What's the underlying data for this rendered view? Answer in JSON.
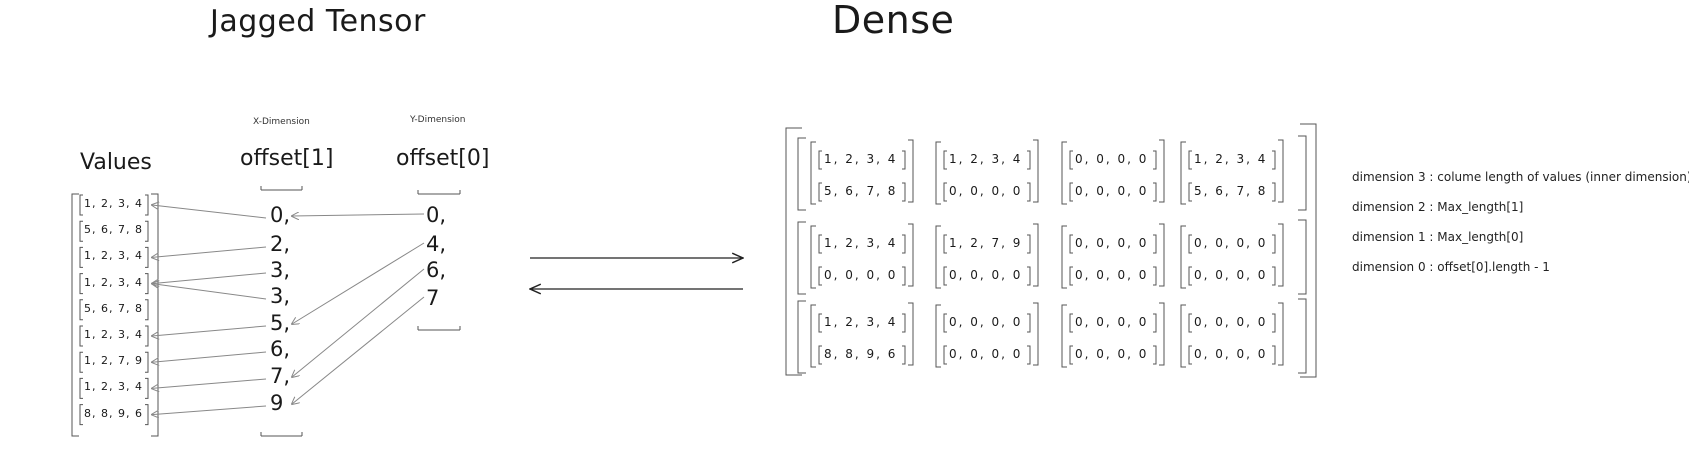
{
  "jagged": {
    "title": "Jagged Tensor",
    "values_header": "Values",
    "offset1_header": "offset[1]",
    "offset0_header": "offset[0]",
    "x_dimension": "X-Dimension",
    "y_dimension": "Y-Dimension",
    "values": [
      "1, 2, 3, 4",
      "5, 6, 7, 8",
      "1, 2, 3, 4",
      "1, 2, 3, 4",
      "5, 6, 7, 8",
      "1, 2, 3, 4",
      "1, 2, 7, 9",
      "1, 2, 3, 4",
      "8, 8, 9, 6"
    ],
    "offset1": [
      "0,",
      "2,",
      "3,",
      "3,",
      "5,",
      "6,",
      "7,",
      "9"
    ],
    "offset0": [
      "0,",
      "4,",
      "6,",
      "7"
    ]
  },
  "dense": {
    "title": "Dense",
    "rows": [
      [
        [
          "1, 2, 3, 4",
          "5, 6, 7, 8"
        ],
        [
          "1, 2, 3, 4",
          "0, 0, 0, 0"
        ],
        [
          "0, 0, 0, 0",
          "0, 0, 0, 0"
        ],
        [
          "1, 2, 3, 4",
          "5, 6, 7, 8"
        ]
      ],
      [
        [
          "1, 2, 3, 4",
          "0, 0, 0, 0"
        ],
        [
          "1, 2, 7, 9",
          "0, 0, 0, 0"
        ],
        [
          "0, 0, 0, 0",
          "0, 0, 0, 0"
        ],
        [
          "0, 0, 0, 0",
          "0, 0, 0, 0"
        ]
      ],
      [
        [
          "1, 2, 3, 4",
          "8, 8, 9, 6"
        ],
        [
          "0, 0, 0, 0",
          "0, 0, 0, 0"
        ],
        [
          "0, 0, 0, 0",
          "0, 0, 0, 0"
        ],
        [
          "0, 0, 0, 0",
          "0, 0, 0, 0"
        ]
      ]
    ],
    "notes": [
      "dimension 3 : colume length of values (inner dimension)",
      "dimension 2 : Max_length[1]",
      "dimension 1 : Max_length[0]",
      "dimension 0 : offset[0].length - 1"
    ]
  },
  "style": {
    "line_color": "#555555",
    "arrow_color": "#888888"
  }
}
